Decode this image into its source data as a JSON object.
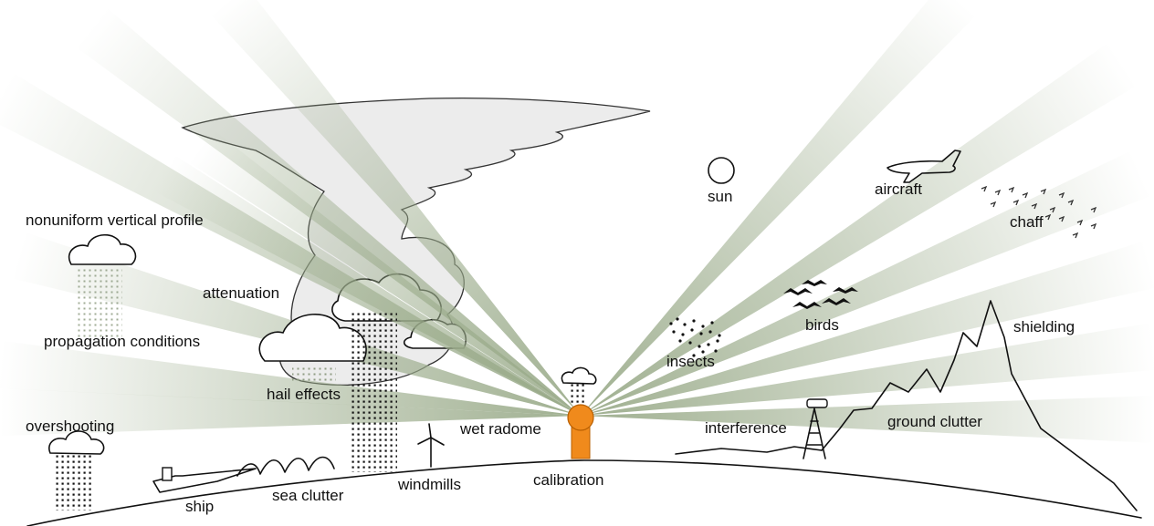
{
  "labels": {
    "nonuniform": "nonuniform vertical profile",
    "attenuation": "attenuation",
    "propagation": "propagation conditions",
    "hail": "hail effects",
    "overshooting": "overshooting",
    "ship": "ship",
    "sea_clutter": "sea clutter",
    "windmills": "windmills",
    "wet_radome": "wet radome",
    "calibration": "calibration",
    "interference": "interference",
    "ground_clutter": "ground clutter",
    "shielding": "shielding",
    "insects": "insects",
    "birds": "birds",
    "sun": "sun",
    "aircraft": "aircraft",
    "chaff": "chaff"
  },
  "colors": {
    "beam": "#9aab8a",
    "radar": "#f08a1c",
    "cloud_fill": "#ececec",
    "outline": "#111111"
  }
}
